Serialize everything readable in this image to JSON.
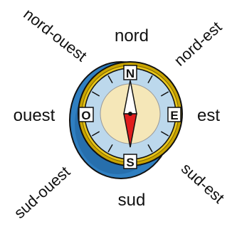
{
  "directions": {
    "north": "nord",
    "south": "sud",
    "east": "est",
    "west": "ouest",
    "northeast": "nord-est",
    "northwest": "nord-ouest",
    "southeast": "sud-est",
    "southwest": "sud-ouest"
  },
  "compass": {
    "letters": {
      "north": "N",
      "south": "S",
      "east": "E",
      "west": "O"
    },
    "colors": {
      "body_side": "#2f7fc1",
      "rim": "#c9a400",
      "dial": "#bcd8ec",
      "center_disc": "#f5e7b8",
      "needle_north": "#ffffff",
      "needle_south": "#e01e1e"
    }
  }
}
